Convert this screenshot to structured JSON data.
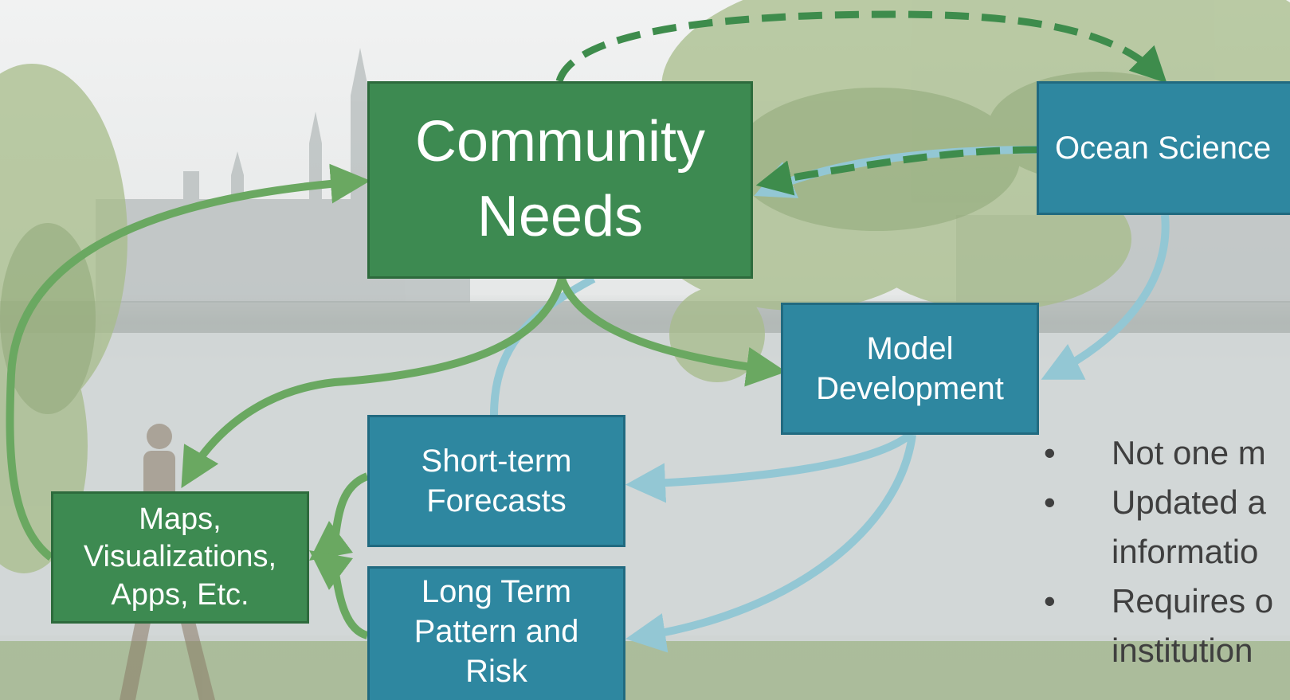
{
  "nodes": {
    "community_needs": "Community\nNeeds",
    "ocean_science": "Ocean Science",
    "model_development": "Model\nDevelopment",
    "short_term": "Short-term\nForecasts",
    "long_term": "Long Term\nPattern and\nRisk",
    "maps": "Maps,\nVisualizations,\nApps, Etc."
  },
  "bullets": [
    {
      "marker": "•",
      "text": "Not one m",
      "continuation": ""
    },
    {
      "marker": "•",
      "text": "Updated a",
      "continuation": "informatio"
    },
    {
      "marker": "•",
      "text": "Requires o",
      "continuation": "institution"
    }
  ],
  "colors": {
    "green_box": "#3d8a51",
    "teal_box": "#2e87a0",
    "green_arrow": "#6aa861",
    "dashed_green_arrow": "#3e8c4c",
    "light_blue_arrow": "#93c7d4",
    "bullet_text": "#3f3f3f"
  },
  "background": {
    "description_icon": "harbor-photo-background"
  }
}
